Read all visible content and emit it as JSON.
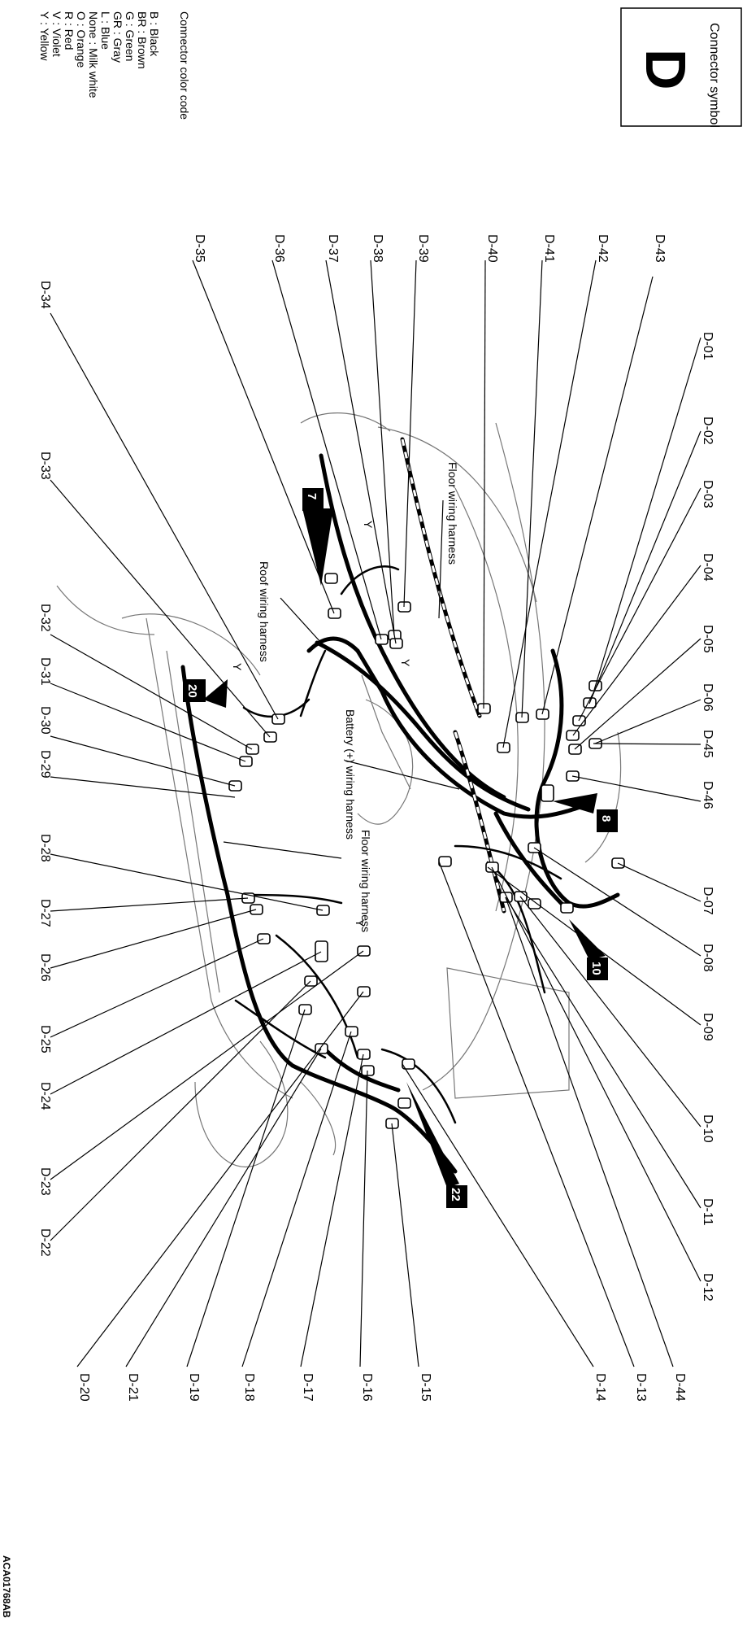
{
  "symbol_box": {
    "title": "Connector symbol",
    "letter": "D"
  },
  "legend": {
    "heading": "Connector color code",
    "items": [
      "B : Black",
      "BR : Brown",
      "G : Green",
      "GR : Gray",
      "L : Blue",
      "None : Milk white",
      "O : Orange",
      "R : Red",
      "V : Violet",
      "Y : Yellow"
    ]
  },
  "harness_labels": {
    "floor_upper": "Floor wiring harness",
    "roof": "Roof wiring harness",
    "battery": "Battery (+) wiring harness",
    "floor_lower": "Floor wiring harness"
  },
  "color_marks": {
    "y1": "Y",
    "y2": "Y",
    "y3": "Y",
    "y4": "Y"
  },
  "tags": [
    "7",
    "20",
    "8",
    "10",
    "22"
  ],
  "connectors": {
    "d01": "D-01",
    "d02": "D-02",
    "d03": "D-03",
    "d04": "D-04",
    "d05": "D-05",
    "d06": "D-06",
    "d45": "D-45",
    "d46": "D-46",
    "d07": "D-07",
    "d08": "D-08",
    "d09": "D-09",
    "d10": "D-10",
    "d11": "D-11",
    "d12": "D-12",
    "d43": "D-43",
    "d42": "D-42",
    "d41": "D-41",
    "d40": "D-40",
    "d39": "D-39",
    "d38": "D-38",
    "d37": "D-37",
    "d36": "D-36",
    "d35": "D-35",
    "d34": "D-34",
    "d33": "D-33",
    "d32": "D-32",
    "d31": "D-31",
    "d30": "D-30",
    "d29": "D-29",
    "d28": "D-28",
    "d27": "D-27",
    "d26": "D-26",
    "d25": "D-25",
    "d24": "D-24",
    "d23": "D-23",
    "d22": "D-22",
    "d14": "D-14",
    "d13": "D-13",
    "d44": "D-44",
    "d15": "D-15",
    "d16": "D-16",
    "d17": "D-17",
    "d18": "D-18",
    "d19": "D-19",
    "d21": "D-21",
    "d20": "D-20"
  },
  "figure_code": "ACA01768AB"
}
